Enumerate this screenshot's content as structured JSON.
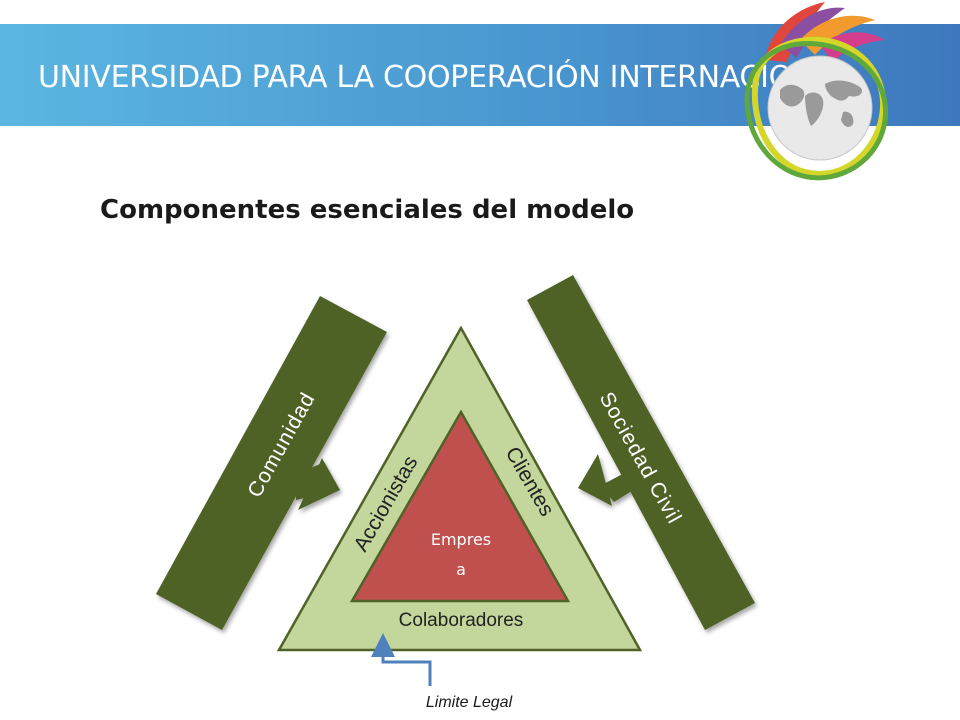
{
  "header": {
    "title": "UNIVERSIDAD PARA LA COOPERACIÓN INTERNACIONAL"
  },
  "slide": {
    "title": "Componentes esenciales del modelo"
  },
  "diagram": {
    "bars": {
      "left": "Comunidad",
      "right": "Sociedad Civil"
    },
    "outer_triangle": {
      "left_side": "Accionistas",
      "right_side": "Clientes",
      "base": "Colaboradores"
    },
    "inner_triangle": {
      "line1": "Empres",
      "line2": "a"
    },
    "legal_limit": "Limite Legal"
  },
  "colors": {
    "bar_green": "#4f6228",
    "outer_triangle_fill": "#c3d69b",
    "inner_triangle_fill": "#c0504d",
    "legal_arrow": "#4f81bd"
  }
}
